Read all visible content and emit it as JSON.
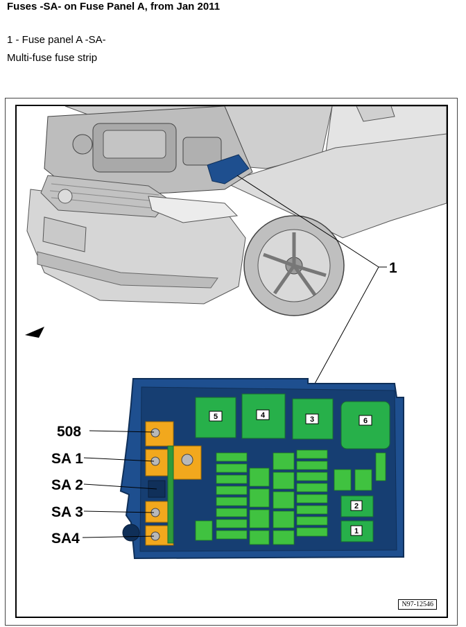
{
  "page": {
    "title": "Fuses -SA- on Fuse Panel A, from Jan 2011",
    "legend": [
      "1 - Fuse panel A -SA-",
      "Multi-fuse fuse strip"
    ]
  },
  "figure": {
    "callout_main": "1",
    "side_labels": [
      "508",
      "SA 1",
      "SA 2",
      "SA 3",
      "SA4"
    ],
    "relay_numbers": [
      "5",
      "4",
      "3",
      "6",
      "2",
      "1"
    ],
    "figure_code": "N97-12546",
    "colors": {
      "panel_blue": "#1e4f8f",
      "panel_dark": "#163e72",
      "relay_green": "#27b04a",
      "fuse_green": "#40c240",
      "strip_orange": "#f2a81d",
      "car_gray": "#d6d6d6"
    }
  }
}
